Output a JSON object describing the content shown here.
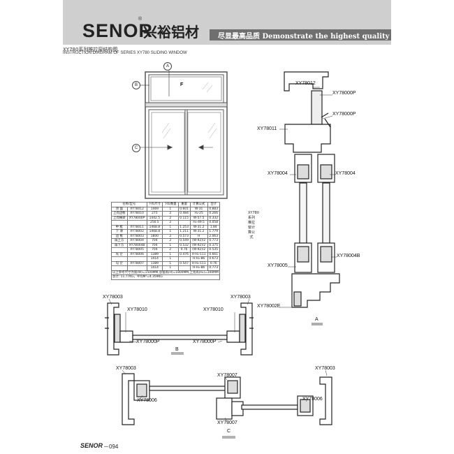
{
  "brand": {
    "logo": "SENOR",
    "reg": "®",
    "cn_name": "兴裕铝材",
    "slogan": "尽显最高品质  Demonstrate the highest quality"
  },
  "titles": {
    "cn": "XY780系列推拉窗结构图",
    "en": "INSTRUCTION DIAGRAM OF SERIES XY780 SLIDING WINDOW"
  },
  "elevation": {
    "marks": {
      "a": "A",
      "b": "B",
      "c": "C",
      "f": "F"
    }
  },
  "section_a": {
    "labels": [
      "XY78012",
      "XY78000P",
      "XY78000P",
      "XY78011",
      "XY78004",
      "XY78004",
      "XY78005",
      "XY78004B",
      "XY78002E"
    ],
    "caption": "A"
  },
  "section_b": {
    "labels": [
      "XY78003",
      "XY78003",
      "XY78010",
      "XY78010",
      "XY78000P",
      "XY78000P"
    ],
    "caption": "B"
  },
  "section_c": {
    "labels": [
      "XY78003",
      "XY78007",
      "XY78003",
      "XY78006",
      "XY78006",
      "XY78007"
    ],
    "caption": "C"
  },
  "table": {
    "headers": [
      "名称/型号",
      "下料尺寸",
      "下料数量",
      "重量",
      "计算公式",
      "合计"
    ],
    "rows": [
      [
        "顶 面",
        "XY78012",
        "1469",
        "1",
        "0.601",
        "W-31",
        "0.883"
      ],
      [
        "上亮边框",
        "XY78010",
        "275",
        "2",
        "0.484",
        "H₂-25",
        "0.266"
      ],
      [
        "上亮横梁",
        "XY78000P",
        "1442.5",
        "2",
        "0.115",
        "W-57.5",
        "0.332"
      ],
      [
        "",
        "",
        "250.5",
        "2",
        "",
        "H₂-49.5",
        "0.058"
      ],
      [
        "中 梃",
        "XY78011",
        "1468.8",
        "1",
        "1.253",
        "W-31.2",
        "1.84"
      ],
      [
        "下 滑",
        "XY78002",
        "1468.8",
        "1",
        "1.211",
        "W-31.2",
        "1.779"
      ],
      [
        "边 框",
        "XY78003",
        "1800",
        "2",
        "0.573",
        "H",
        "2.063"
      ],
      [
        "扇上方",
        "XY78004",
        "704",
        "2",
        "0.549",
        "(W-92)/2",
        "0.773"
      ],
      [
        "扇下方",
        "XY78004B",
        "704",
        "1",
        "0.532",
        "(W-92)/2",
        "0.375"
      ],
      [
        "",
        "XY78005",
        "704",
        "2",
        "0.76",
        "(W-92)/2",
        "0.535"
      ],
      [
        "光 企",
        "XY78006",
        "1389",
        "1",
        "0.476",
        "H-H₂-111",
        "0.661"
      ],
      [
        "",
        "",
        "1414",
        "1",
        "",
        "H-H₂-86",
        "0.673"
      ],
      [
        "勾 企",
        "XY78007",
        "1389",
        "1",
        "0.547",
        "H-H₂-111",
        "0.76"
      ],
      [
        "",
        "",
        "1414",
        "1",
        "",
        "H-H₂-86",
        "0.773"
      ]
    ],
    "note1": "以上参考尺寸为宽(W)=1500MM,总窗高(H)=1800MM,上亮高(H₂)=300MM",
    "note2": "总计: 11.77KG，平均M²=4.359KG",
    "side_note": "XY780系列推拉窗计算公式"
  },
  "footer": {
    "logo": "SENOR",
    "page": "－094"
  }
}
